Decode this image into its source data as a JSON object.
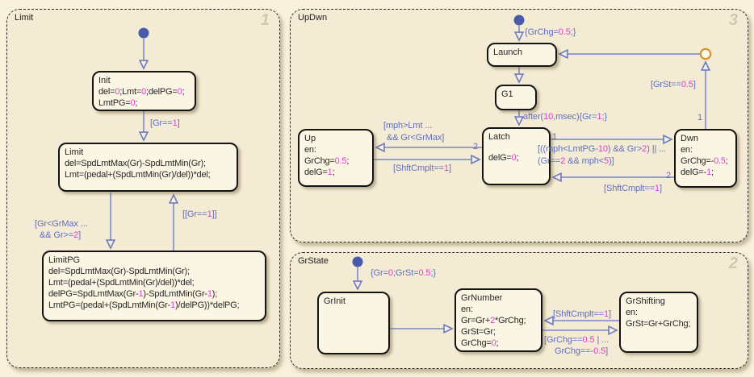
{
  "colors": {
    "canvas_bg": "#f8f1dc",
    "region_fill": "#f4ebd4",
    "state_fill": "#fbf6e4",
    "transition_blue": "#7884c6",
    "label_blue": "#5f6fc0",
    "literal_magenta": "#e03cd4",
    "junction_orange": "#d6922f",
    "initial_dot_blue": "#4a5aab",
    "badge_gray": "#cfc7af"
  },
  "limit": {
    "name": "Limit",
    "badge": "1",
    "init": {
      "title": "Init",
      "lines": [
        "del=0;Lmt=0;delPG=0;",
        "LmtPG=0;"
      ]
    },
    "limit": {
      "title": "Limit",
      "lines": [
        "del=SpdLmtMax(Gr)-SpdLmtMin(Gr);",
        "Lmt=(pedal+(SpdLmtMin(Gr)/del))*del;"
      ]
    },
    "limitpg": {
      "title": "LimitPG",
      "lines": [
        "del=SpdLmtMax(Gr)-SpdLmtMin(Gr);",
        "Lmt=(pedal+(SpdLmtMin(Gr)/del))*del;",
        "delPG=SpdLmtMax(Gr-1)-SpdLmtMin(Gr-1);",
        "LmtPG=(pedal+(SpdLmtMin(Gr-1)/delPG))*delPG;"
      ]
    },
    "labels": {
      "gr_eq_1": "[Gr==1]",
      "downshift_1": "[Gr<GrMax ...",
      "downshift_2": "&& Gr>=2]",
      "back_to_limit": "[[Gr==1]]"
    }
  },
  "updwn": {
    "name": "UpDwn",
    "badge": "3",
    "launch": {
      "title": "Launch"
    },
    "g1": {
      "title": "G1"
    },
    "up": {
      "title": "Up",
      "lines": [
        "en:",
        "GrChg=0.5;",
        "delG=1;"
      ]
    },
    "latch": {
      "title": "Latch",
      "lines": [
        "delG=0;"
      ]
    },
    "dwn": {
      "title": "Dwn",
      "lines": [
        "en:",
        "GrChg=-0.5;",
        "delG=-1;"
      ]
    },
    "labels": {
      "entry_action": "{GrChg=0.5;}",
      "after": "after(10,msec){Gr=1;}",
      "up_guard_1": "[mph>Lmt ...",
      "up_guard_2": "&& Gr<GrMax]",
      "up_complete": "[ShftCmplt==1]",
      "dwn_guard_1": "[((mph<LmtPG-10) && Gr>2) || ...",
      "dwn_guard_2": "(Gr==2 && mph<5)]",
      "dwn_complete": "[ShftCmplt==1]",
      "relaunch_guard": "[GrSt==0.5]",
      "order_1_latch": "1",
      "order_2_latch": "2",
      "order_2_dwn": "2",
      "order_1_junction": "1"
    }
  },
  "grstate": {
    "name": "GrState",
    "badge": "2",
    "grinit": {
      "title": "GrInit"
    },
    "grnumber": {
      "title": "GrNumber",
      "lines": [
        "en:",
        "Gr=Gr+2*GrChg;",
        "GrSt=Gr;",
        "GrChg=0;"
      ]
    },
    "grshifting": {
      "title": "GrShifting",
      "lines": [
        "en:",
        "GrSt=Gr+GrChg;"
      ]
    },
    "labels": {
      "entry_action": "{Gr=0;GrSt=0.5;}",
      "complete": "[ShftCmplt==1]",
      "shift_guard_1": "[GrChg==0.5 | ...",
      "shift_guard_2": "GrChg==-0.5]"
    }
  }
}
